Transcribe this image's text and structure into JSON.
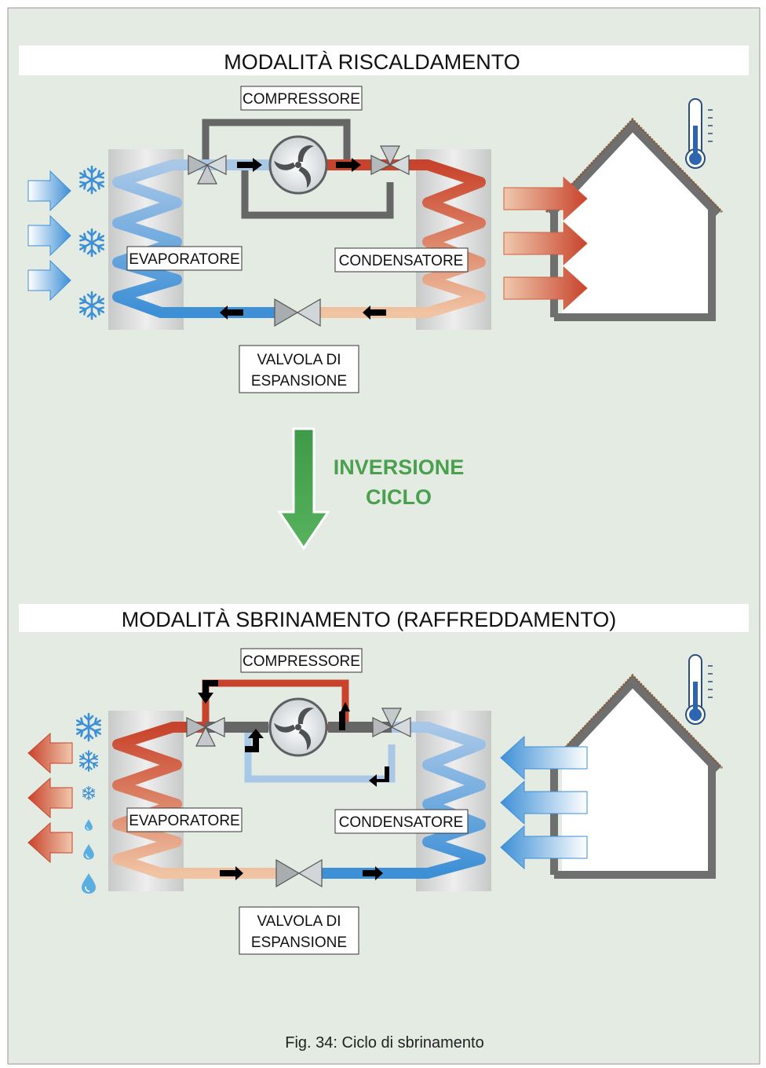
{
  "panel": {
    "background": "#e3ebe2"
  },
  "heating": {
    "title": "MODALITÀ RISCALDAMENTO",
    "compressor_label": "COMPRESSORE",
    "evaporator_label": "EVAPORATORE",
    "condenser_label": "CONDENSATORE",
    "valve_label_line1": "VALVOLA DI",
    "valve_label_line2": "ESPANSIONE"
  },
  "inversion": {
    "line1": "INVERSIONE",
    "line2": "CICLO",
    "color": "#4aa04e"
  },
  "defrost": {
    "title": "MODALITÀ SBRINAMENTO (RAFFREDDAMENTO)",
    "compressor_label": "COMPRESSORE",
    "evaporator_label": "EVAPORATORE",
    "condenser_label": "CONDENSATORE",
    "valve_label_line1": "VALVOLA DI",
    "valve_label_line2": "ESPANSIONE"
  },
  "caption": "Fig. 34: Ciclo di sbrinamento",
  "colors": {
    "hot": "#c8432b",
    "warm": "#e9b08d",
    "cold": "#3d8fd6",
    "cool": "#a9c8e8",
    "pipe_grey": "#666666",
    "house": "#6f6f6f",
    "roof": "#8a5a3a"
  },
  "icons": [
    "snowflake-icon",
    "water-drop-icon",
    "thermometer-icon",
    "fan-icon",
    "house-icon",
    "arrow-icon",
    "valve-icon"
  ]
}
